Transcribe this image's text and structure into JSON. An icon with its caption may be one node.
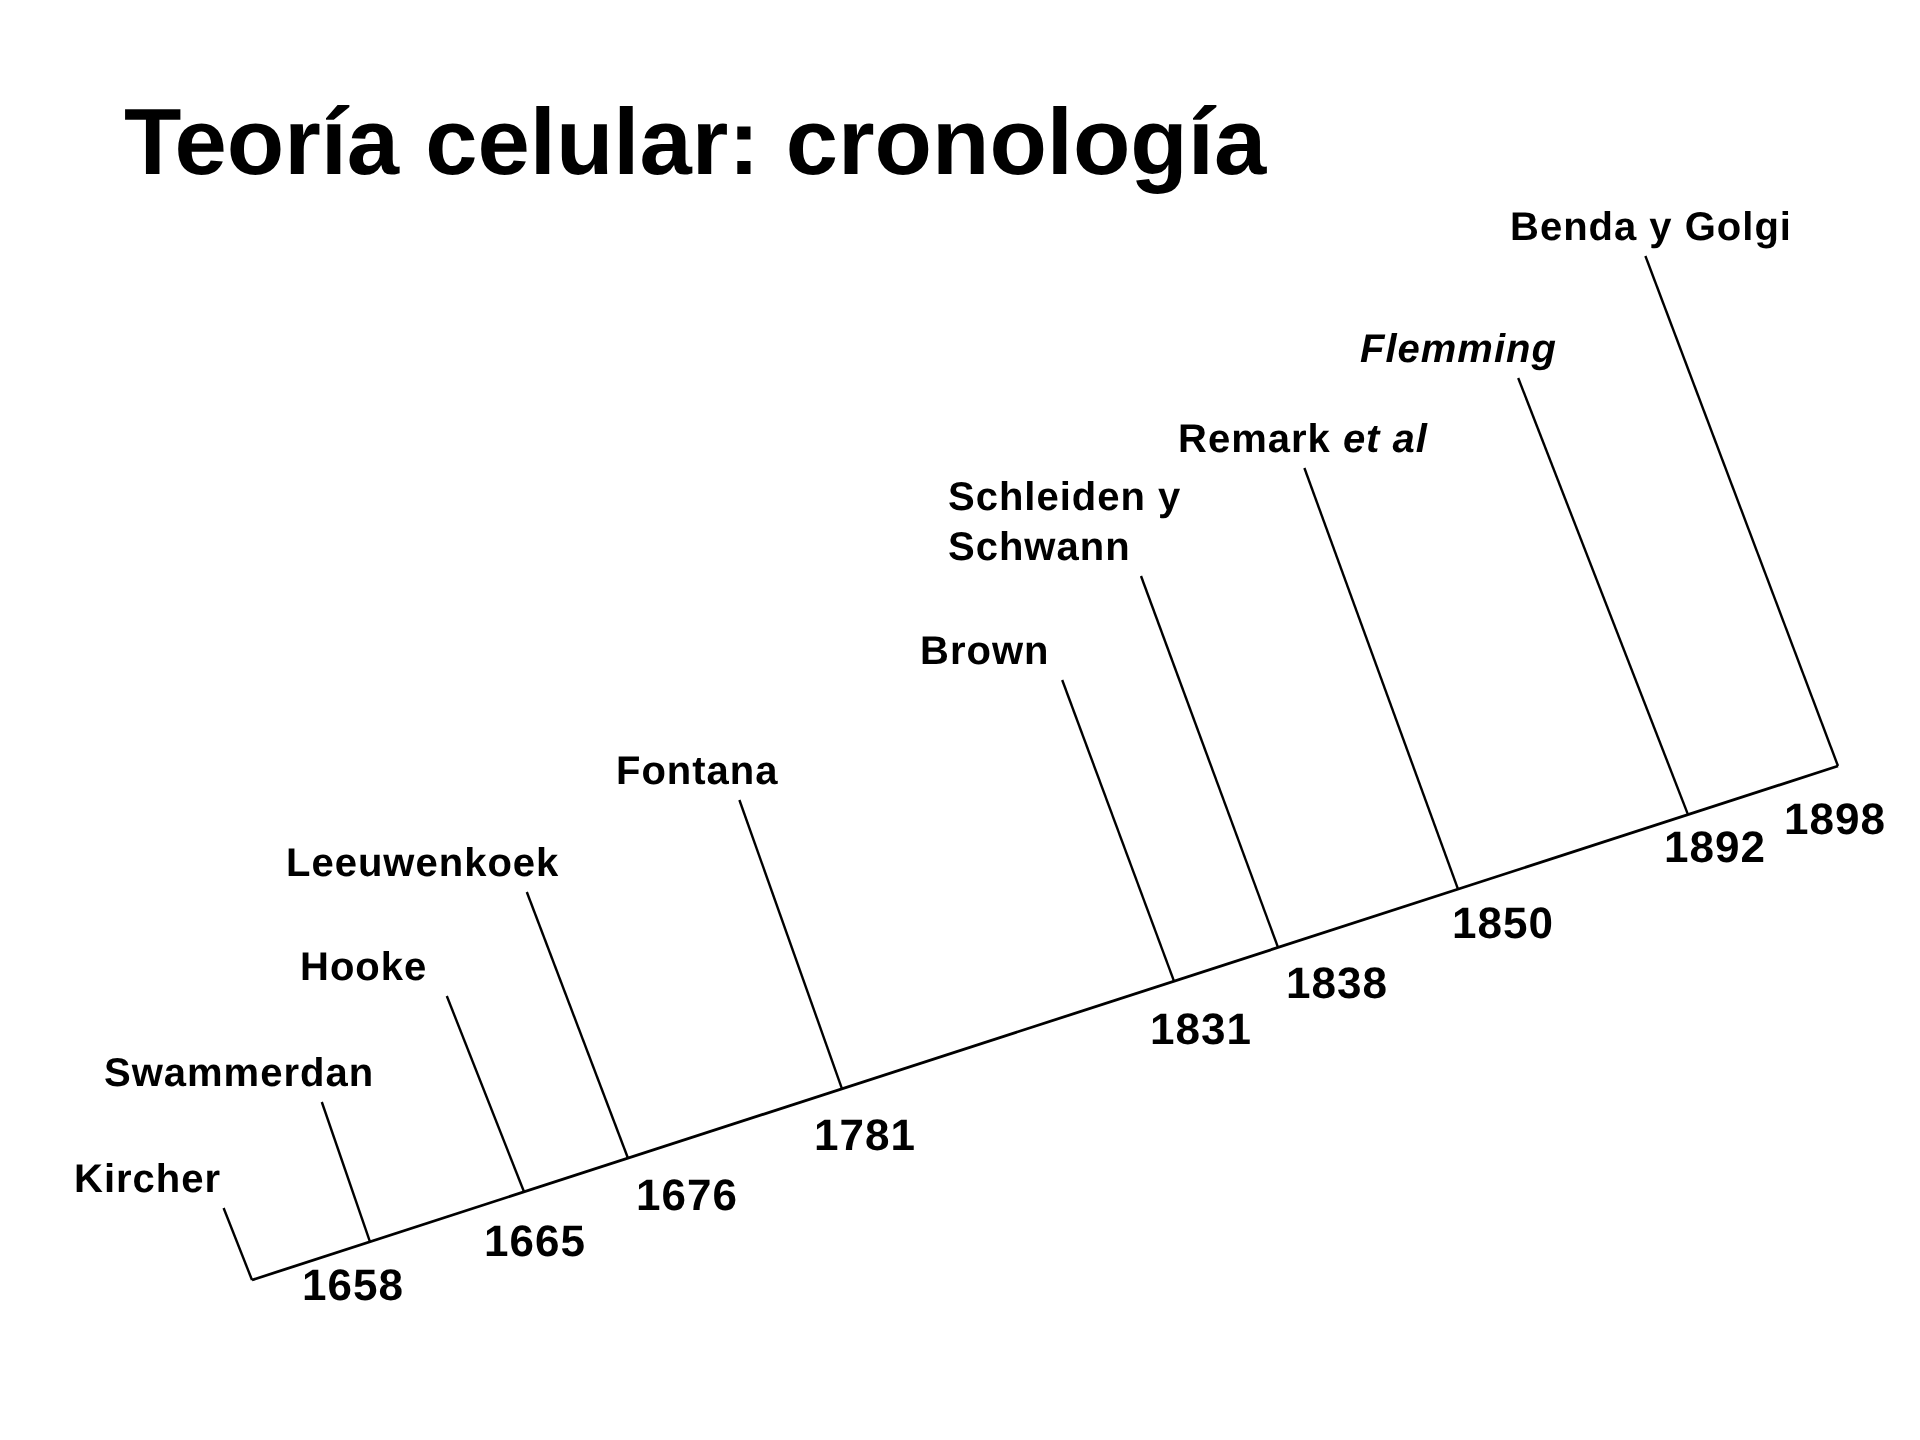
{
  "diagram": {
    "title": "Teoría celular: cronología",
    "nodes": [
      {
        "text": [
          "Kircher"
        ]
      },
      {
        "text": [
          "Swammerdan"
        ]
      },
      {
        "text": [
          "Hooke"
        ]
      },
      {
        "text": [
          "Leeuwenkoek"
        ]
      },
      {
        "text": [
          "Fontana"
        ]
      },
      {
        "text": [
          "Brown"
        ]
      },
      {
        "text": [
          "Schleiden y Schwann"
        ]
      },
      {
        "text": [
          "Remark *et al*"
        ]
      },
      {
        "text": [
          "Flemming"
        ]
      },
      {
        "text": [
          "Benda y Golgi"
        ]
      }
    ],
    "edges": [
      {
        "from": 0,
        "to": null,
        "arrow": "none"
      },
      {
        "from": 1,
        "to": null,
        "arrow": "none"
      },
      {
        "from": 2,
        "to": null,
        "arrow": "none"
      },
      {
        "from": 3,
        "to": null,
        "arrow": "none"
      },
      {
        "from": 4,
        "to": null,
        "arrow": "none"
      },
      {
        "from": 5,
        "to": null,
        "arrow": "none"
      },
      {
        "from": 6,
        "to": null,
        "arrow": "none"
      },
      {
        "from": 7,
        "to": null,
        "arrow": "none"
      },
      {
        "from": 8,
        "to": null,
        "arrow": "none"
      },
      {
        "from": 9,
        "to": null,
        "arrow": "none"
      }
    ],
    "labels": [
      "1658",
      "1665",
      "1676",
      "1781",
      "1831",
      "1838",
      "1850",
      "1892",
      "1898"
    ]
  }
}
